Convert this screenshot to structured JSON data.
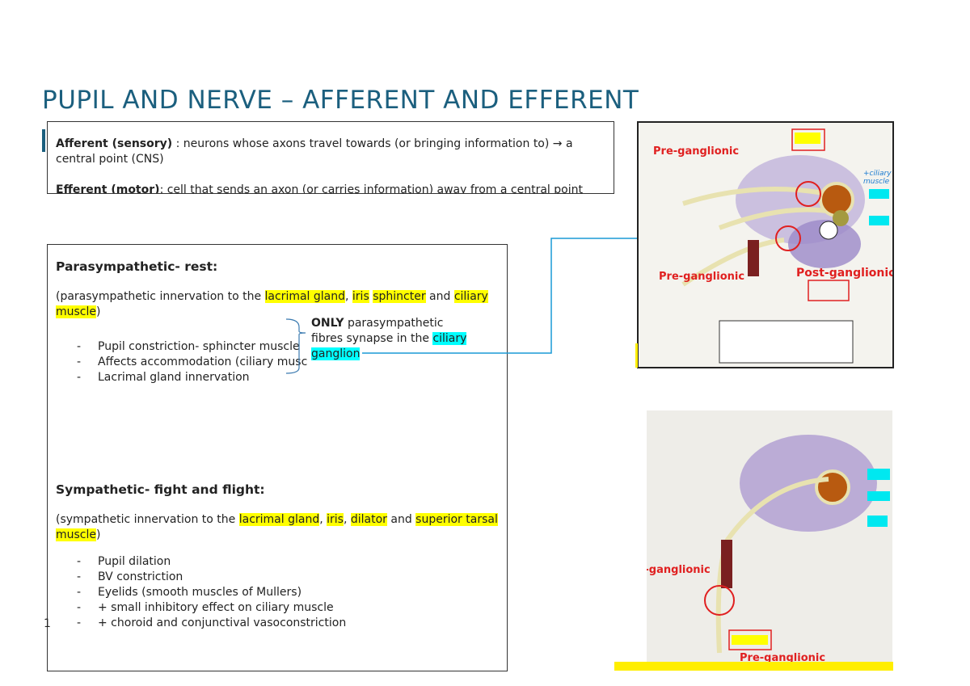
{
  "title": "PUPIL AND NERVE – AFFERENT AND EFFERENT",
  "definitions": {
    "afferent_term": "Afferent (sensory)",
    "afferent_text": " : neurons whose axons travel towards (or bringing information to) → a central point (CNS)",
    "efferent_term": "Efferent (motor)",
    "efferent_text": ": cell that sends an axon (or carries information) away from a central point"
  },
  "parasympathetic": {
    "heading": "Parasympathetic- rest:",
    "intro": [
      "(parasympathetic innervation to the ",
      "lacrimal gland",
      ", ",
      "iris",
      " ",
      "sphincter",
      " and ",
      "ciliary muscle",
      ")"
    ],
    "items": [
      "Pupil constriction- sphincter muscle",
      "Affects accommodation (ciliary musc",
      "Lacrimal gland innervation"
    ],
    "note_bold": "ONLY",
    "note_text": " parasympathetic fibres synapse in the ",
    "note_highlight": "ciliary ganglion"
  },
  "sympathetic": {
    "heading": "Sympathetic- fight and flight:",
    "intro": [
      "(sympathetic innervation to the ",
      "lacrimal gland",
      ", ",
      "iris",
      ", ",
      "dilator",
      " and ",
      "superior tarsal muscle",
      ")"
    ],
    "items": [
      "Pupil dilation",
      "BV constriction",
      "Eyelids (smooth muscles of Mullers)",
      "+ small inhibitory effect on ciliary muscle",
      "+ choroid and conjunctival vasoconstriction"
    ]
  },
  "page_number": "1",
  "figure1": {
    "labels": [
      "Pre-ganglionic",
      "Post-ganglionic",
      "Pre-ganglionic"
    ],
    "handwritten": "+ciliary muscle"
  },
  "figure2": {
    "labels": [
      "Post-ganglionic",
      "Pre-ganglionic"
    ]
  },
  "colors": {
    "title": "#1b5f7e",
    "highlight": "#ffff00",
    "cyan": "#00ffff",
    "connector": "#1a9ad6",
    "annotation": "#e02020"
  }
}
